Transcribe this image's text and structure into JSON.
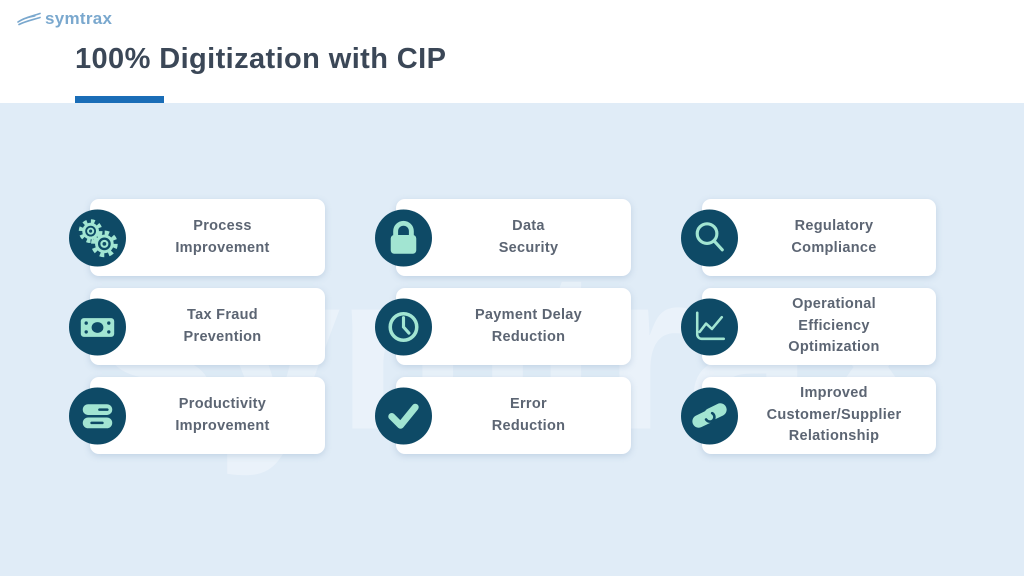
{
  "brand": {
    "logo_text": "symtrax"
  },
  "header": {
    "title": "100% Digitization with CIP"
  },
  "watermark": "symtrax",
  "colors": {
    "accent_blue": "#1a6db7",
    "logo_blue": "#7aa8ce",
    "circle_navy": "#0e4a66",
    "icon_mint": "#a2e5d2",
    "content_bg": "#e0ecf7",
    "title_color": "#3b4757",
    "card_text": "#5c6573"
  },
  "cards": [
    {
      "label": "Process\nImprovement",
      "icon": "gears-icon"
    },
    {
      "label": "Data\nSecurity",
      "icon": "lock-icon"
    },
    {
      "label": "Regulatory\nCompliance",
      "icon": "magnifier-icon"
    },
    {
      "label": "Tax Fraud\nPrevention",
      "icon": "banknote-icon"
    },
    {
      "label": "Payment Delay\nReduction",
      "icon": "clock-icon"
    },
    {
      "label": "Operational\nEfficiency\nOptimization",
      "icon": "line-chart-icon"
    },
    {
      "label": "Productivity\nImprovement",
      "icon": "stacked-bars-icon"
    },
    {
      "label": "Error\nReduction",
      "icon": "checkmark-icon"
    },
    {
      "label": "Improved\nCustomer/Supplier\nRelationship",
      "icon": "handshake-icon"
    }
  ]
}
